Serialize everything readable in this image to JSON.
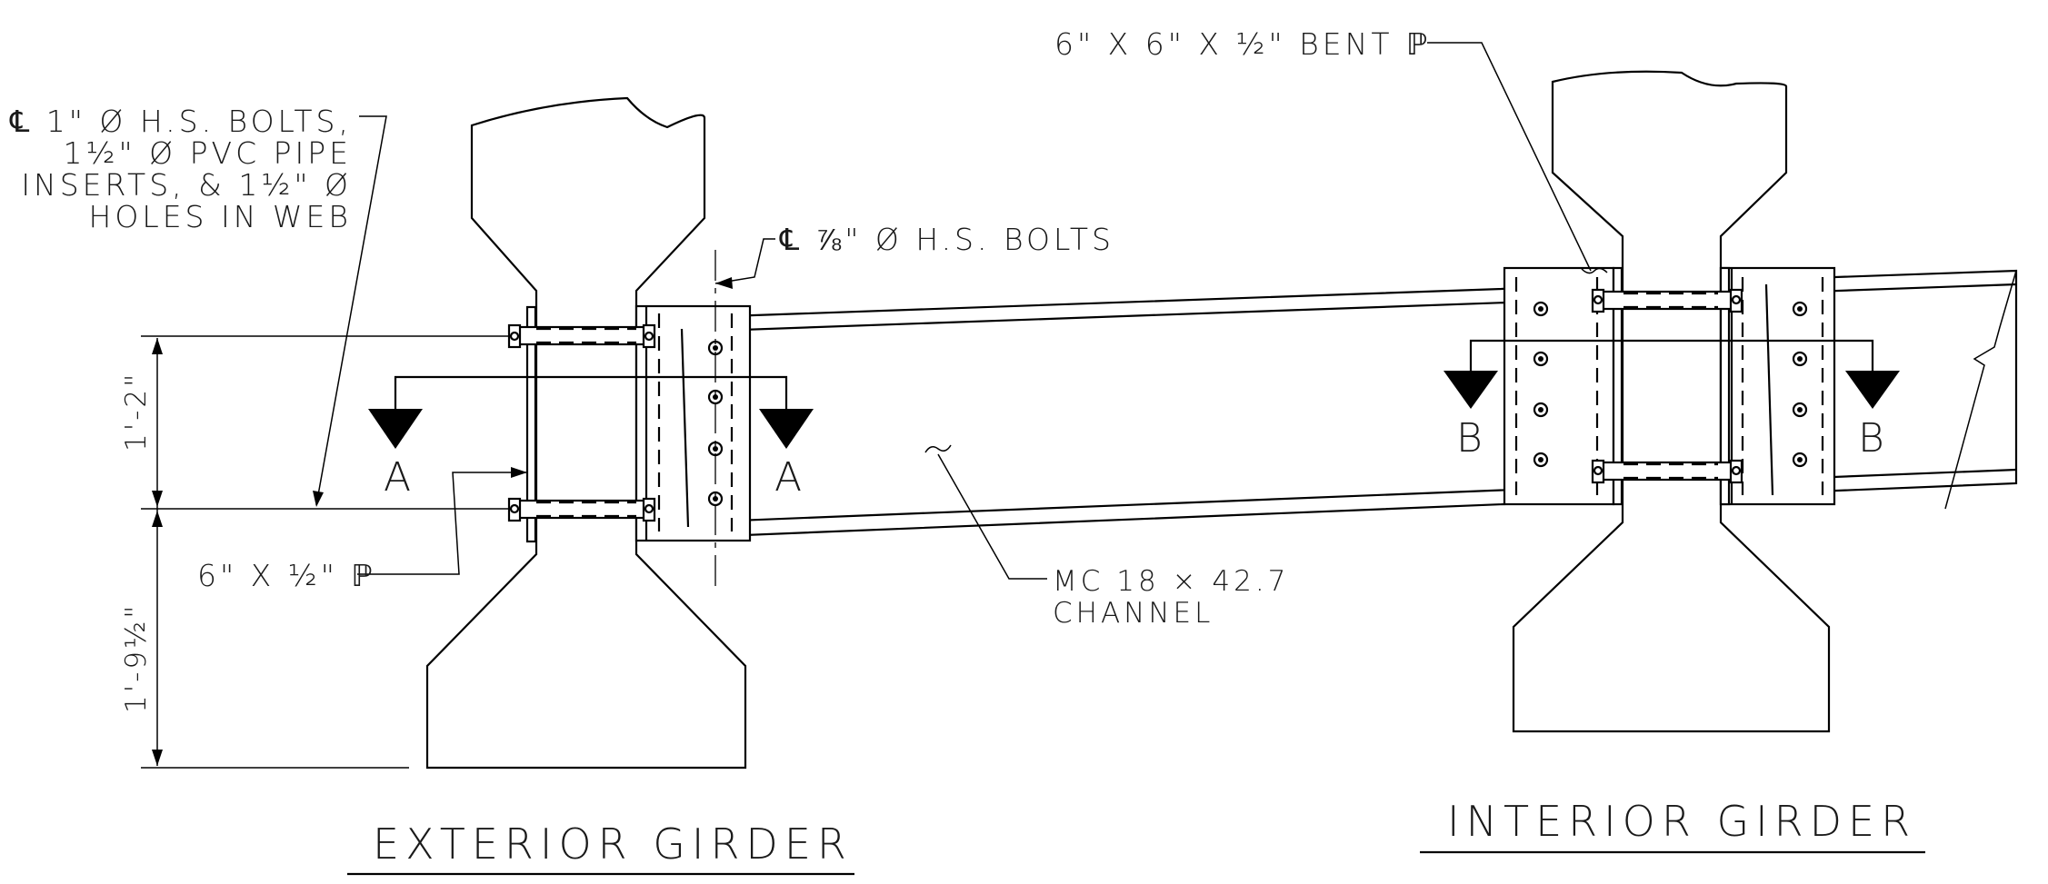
{
  "labels": {
    "top_left_note": [
      "℄ 1\" Ø H.S. BOLTS,",
      "1½\" Ø PVC PIPE",
      "INSERTS, & 1½\" Ø",
      "HOLES IN WEB"
    ],
    "small_bolts": "℄ ⅞\" Ø H.S. BOLTS",
    "plate": "6\" X ½\" ℙ",
    "bent_plate": "6\" X 6\" X ½\" BENT ℙ",
    "channel": [
      "MC 18 × 42.7",
      "CHANNEL"
    ]
  },
  "dimensions": {
    "upper": "1'-2\"",
    "lower": "1'-9½\""
  },
  "section_marks": {
    "a_left": "A",
    "a_right": "A",
    "b_left": "B",
    "b_right": "B"
  },
  "titles": {
    "exterior": "EXTERIOR GIRDER",
    "interior": "INTERIOR GIRDER"
  }
}
